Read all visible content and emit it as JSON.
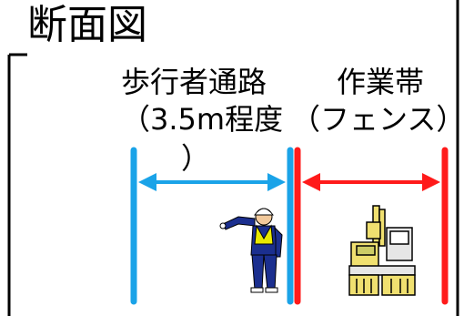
{
  "title": "断面図",
  "pedestrian_label": {
    "line1": "歩行者通路",
    "line2": "（3.5m程度",
    "line3": "）"
  },
  "work_zone_label": {
    "line1": "作業帯",
    "line2": "（フェンス）"
  },
  "colors": {
    "pedestrian": "#1aa3e8",
    "fence": "#ff1a1a",
    "worker_suit": "#1b2f8f",
    "worker_vest": "#e8e800",
    "machine": "#f0e070",
    "outline": "#000000"
  },
  "icons": {
    "worker": "traffic-guard-worker-icon",
    "machine": "excavator-icon"
  }
}
